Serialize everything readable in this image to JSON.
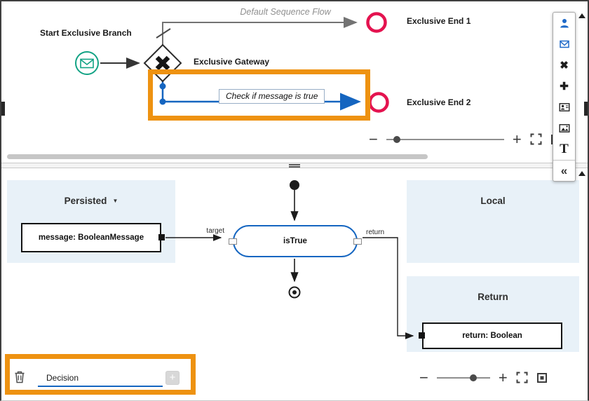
{
  "process_designer": {
    "default_flow_label": "Default Sequence Flow",
    "start_event_label": "Start Exclusive Branch",
    "gateway_label": "Exclusive Gateway",
    "condition_label": "Check if message is true",
    "end_event_1_label": "Exclusive End 1",
    "end_event_2_label": "Exclusive End 2"
  },
  "decision_editor": {
    "persisted_header": "Persisted",
    "local_header": "Local",
    "return_header": "Return",
    "persisted_variable_label": "message: BooleanMessage",
    "function_node_label": "isTrue",
    "target_port_label": "target",
    "return_port_label": "return",
    "return_variable_label": "return: Boolean",
    "name_field_value": "Decision"
  },
  "controls": {
    "zoom_out_glyph": "−",
    "zoom_in_glyph": "+",
    "dropdown_caret_glyph": "▼",
    "add_variable_glyph": "+"
  },
  "palette": {
    "icons": [
      {
        "name": "user-icon",
        "glyph": ""
      },
      {
        "name": "message-event-icon",
        "glyph": ""
      },
      {
        "name": "exclusive-gateway-icon",
        "glyph": "✖"
      },
      {
        "name": "add-element-icon",
        "glyph": "✚"
      },
      {
        "name": "user-portrait-icon",
        "glyph": ""
      },
      {
        "name": "image-icon",
        "glyph": ""
      },
      {
        "name": "text-annotation-icon",
        "glyph": "T"
      },
      {
        "name": "collapse-palette-icon",
        "glyph": "«"
      }
    ]
  },
  "colors": {
    "highlight_orange": "#EE9211",
    "end_event_red": "#E4134F",
    "start_event_green": "#13A385",
    "flow_blue": "#1565C0",
    "panel_blue": "#E8F1F8"
  }
}
